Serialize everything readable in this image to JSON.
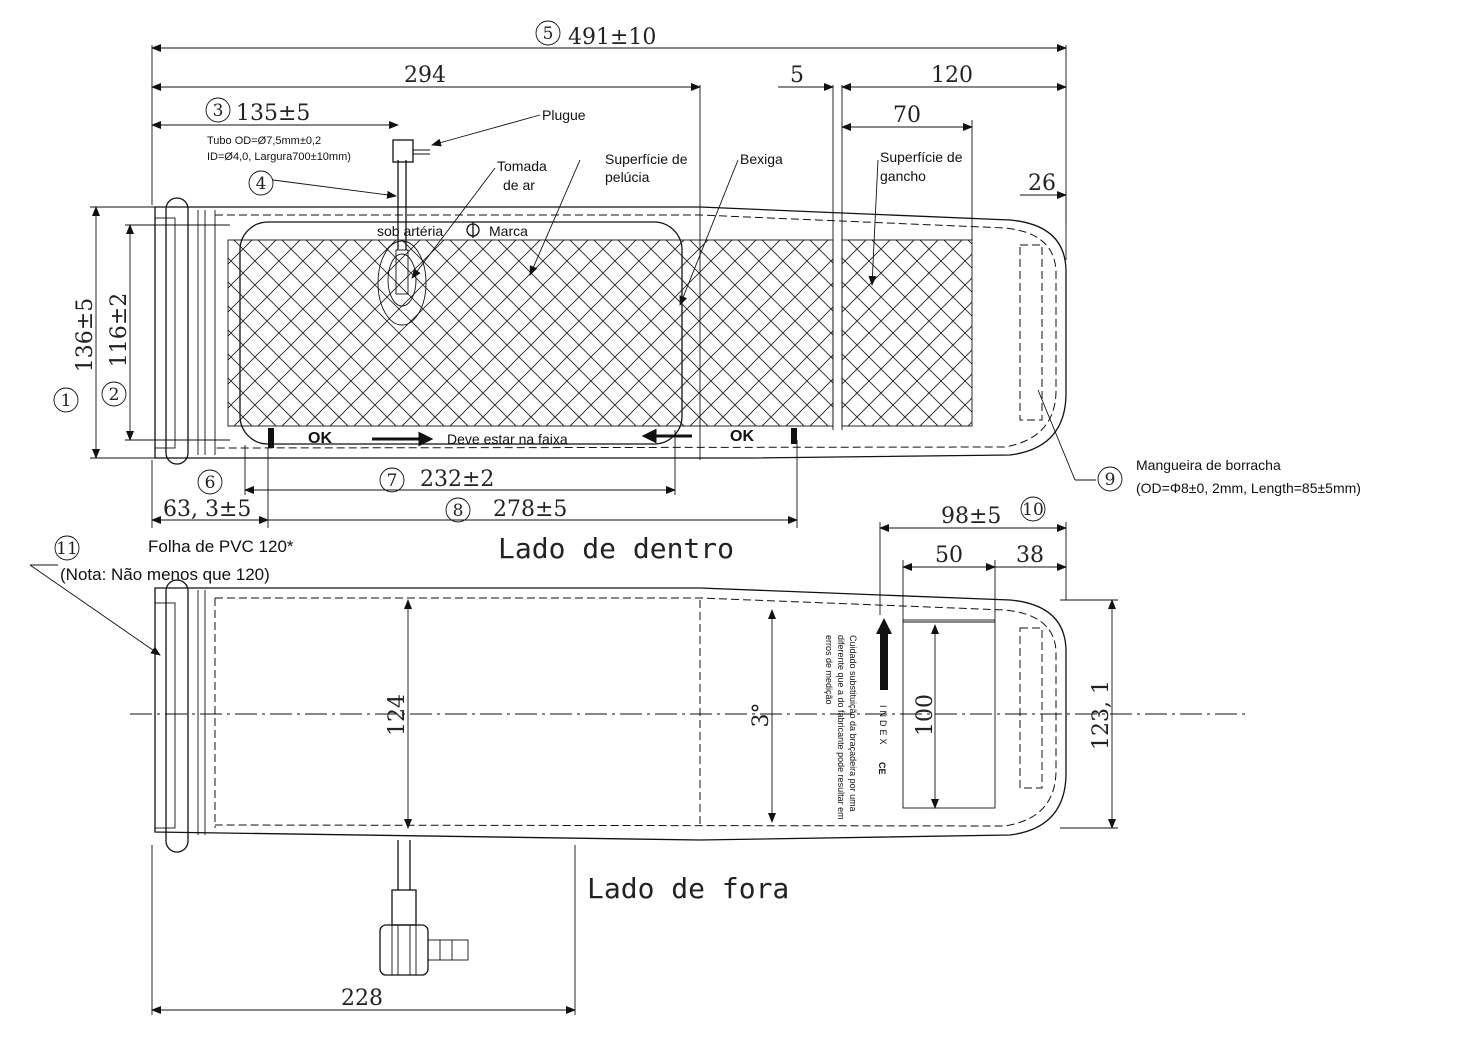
{
  "dimensions": {
    "d5_total_length": "491±10",
    "d294": "294",
    "d5_gap": "5",
    "d120": "120",
    "d3_tube_pos": "135±5",
    "d70": "70",
    "d26": "26",
    "d1_width": "136±5",
    "d2_bladder_width": "116±2",
    "d7_bladder_length": "232±2",
    "d6_end": "63, 3±5",
    "d8_length": "278±5",
    "d10_label_area": "98±5",
    "d50": "50",
    "d38": "38",
    "d124": "124",
    "d3deg": "3°",
    "d100": "100",
    "d123_1": "123, 1",
    "d228": "228"
  },
  "callout_numbers": [
    "1",
    "2",
    "3",
    "4",
    "5",
    "6",
    "7",
    "8",
    "9",
    "10",
    "11"
  ],
  "labels": {
    "plug": "Plugue",
    "tube_line1": "Tubo  OD=Ø7,5mm±0,2",
    "tube_line2": "ID=Ø4,0,  Largura700±10mm)",
    "air_inlet": "Tomada\nde ar",
    "plush_surface": "Superfície de\npelúcia",
    "bladder": "Bexiga",
    "hook_surface": "Superfície de\ngancho",
    "artery_mark": "sob artéria",
    "mark": "Marca",
    "ok": "OK",
    "must_be_in_range": "Deve estar na faixa",
    "rubber_hose_title": "Mangueira de borracha",
    "rubber_hose_spec": "(OD=Φ8±0, 2mm, Length=85±5mm)",
    "pvc_sheet": "Folha de PVC 120*",
    "pvc_note": "(Nota: Não menos que 120)",
    "inside_side": "Lado de dentro",
    "outside_side": "Lado de fora",
    "index": "INDEX",
    "warning_text_1": "Cuidado substituição da braçadeira por uma",
    "warning_text_2": "diferente que a do fabricante pode resultar em",
    "warning_text_3": "erros de medição",
    "ce_mark": "CE"
  }
}
